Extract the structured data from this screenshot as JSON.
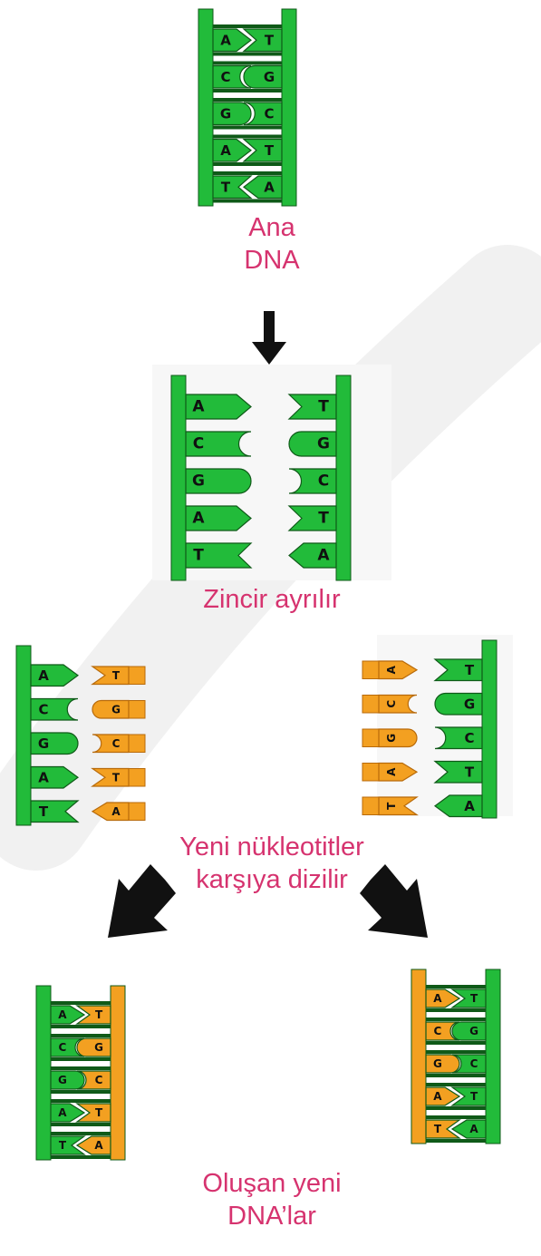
{
  "captions": {
    "parent_line1": "Ana",
    "parent_line2": "DNA",
    "separation": "Zincir ayrılır",
    "pairing_line1": "Yeni nükleotitler",
    "pairing_line2": "karşıya dizilir",
    "result_line1": "Oluşan yeni",
    "result_line2": "DNA’lar"
  },
  "strands": {
    "left": [
      "A",
      "C",
      "G",
      "A",
      "T"
    ],
    "right": [
      "T",
      "G",
      "C",
      "T",
      "A"
    ]
  },
  "colors": {
    "old_strand": "#22bb3a",
    "old_strand_dark": "#148a26",
    "new_strand": "#f3a021",
    "new_strand_dark": "#b86a0a",
    "caption": "#d6336f",
    "arrow": "#111111",
    "watermark": "#efefef"
  },
  "icons": [
    "down-arrow-icon",
    "diagonal-left-arrow-icon",
    "diagonal-right-arrow-icon"
  ]
}
